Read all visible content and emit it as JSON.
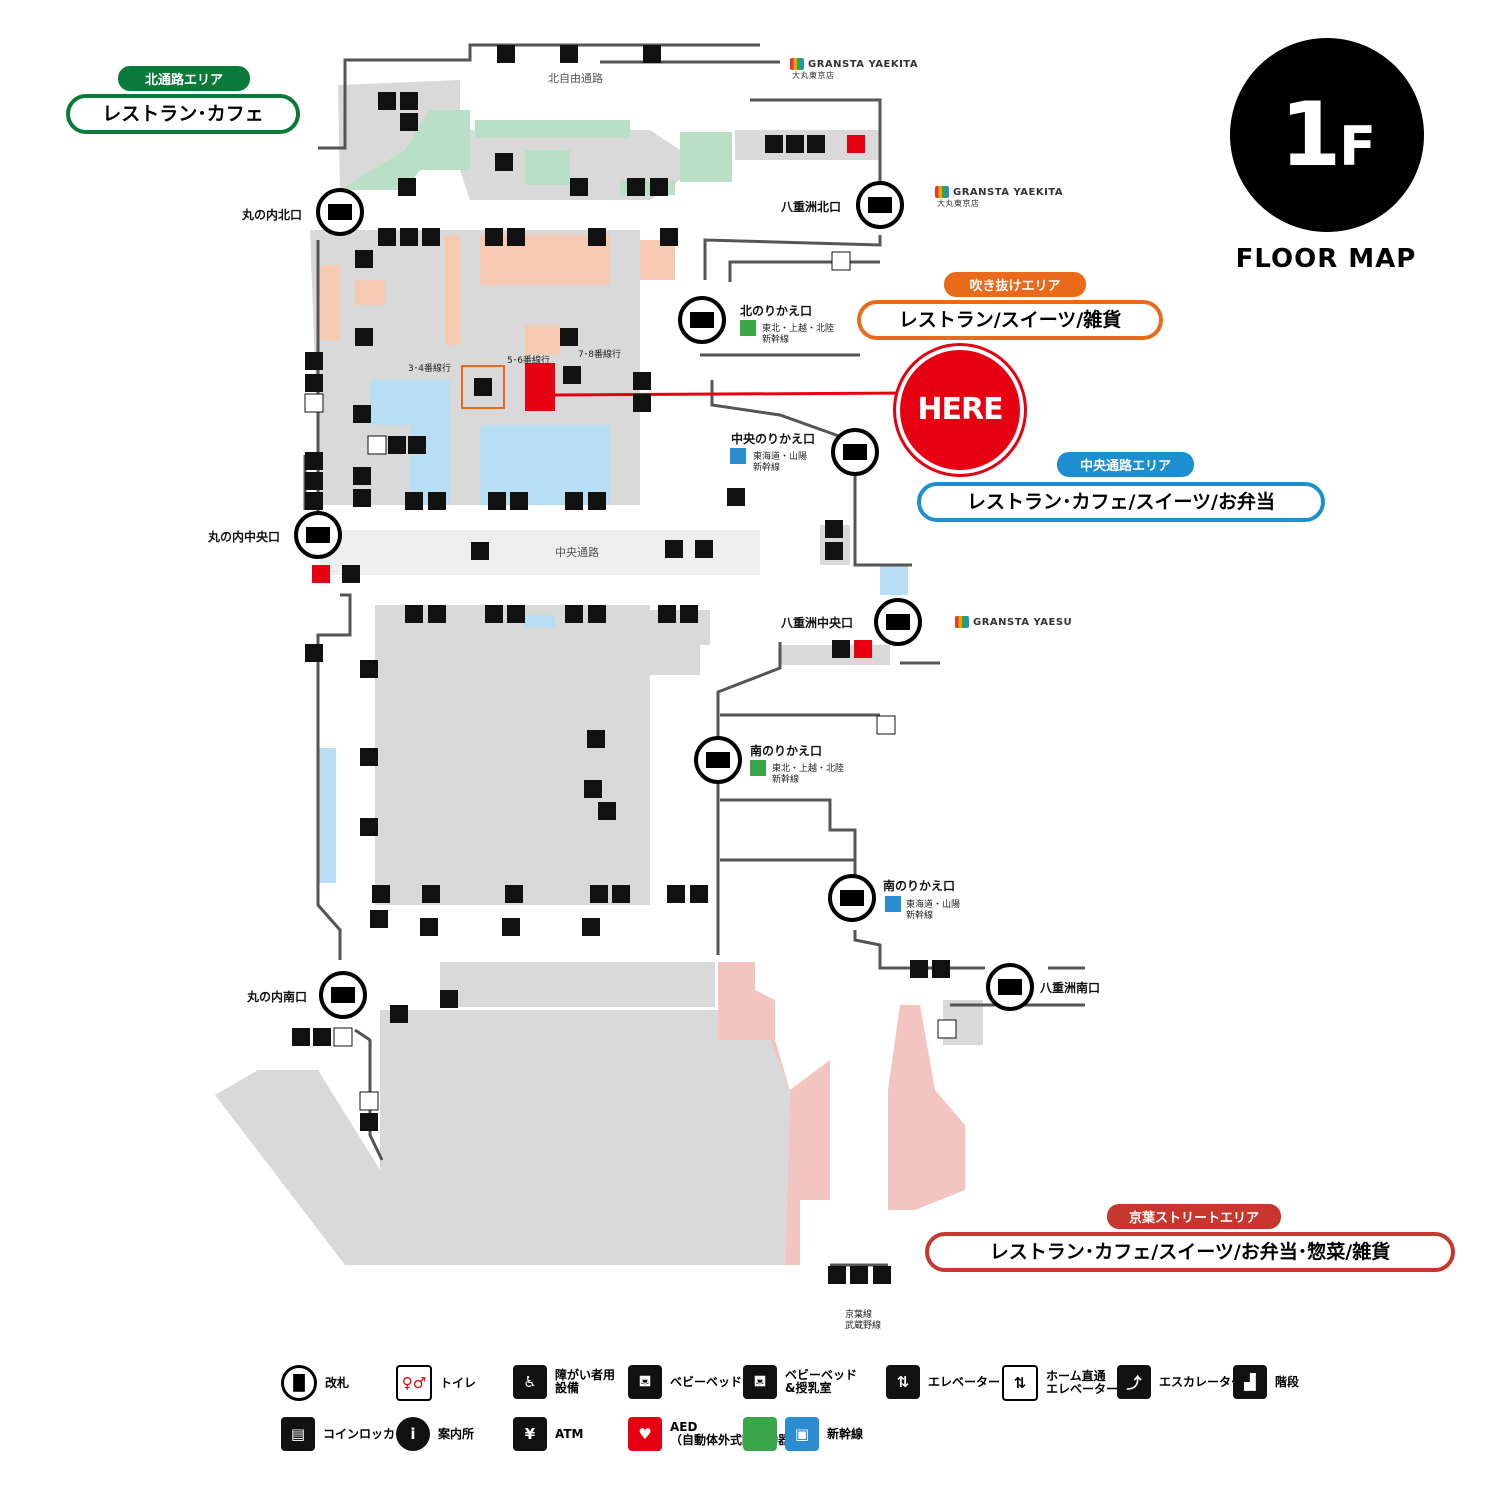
{
  "floor": {
    "number": "1",
    "suffix": "F",
    "caption": "FLOOR MAP"
  },
  "you_are_here": "HERE",
  "areas": {
    "north": {
      "title": "北通路エリア",
      "content": "レストラン･カフェ",
      "color": "#0a7a3b"
    },
    "atrium": {
      "title": "吹き抜けエリア",
      "content": "レストラン/スイーツ/雑貨",
      "color": "#e86a1a"
    },
    "central": {
      "title": "中央通路エリア",
      "content": "レストラン･カフェ/スイーツ/お弁当",
      "color": "#1d8fd1"
    },
    "keiyo": {
      "title": "京葉ストリートエリア",
      "content": "レストラン･カフェ/スイーツ/お弁当･惣菜/雑貨",
      "color": "#c8372d"
    }
  },
  "passages": {
    "north": "北自由通路",
    "central": "中央通路"
  },
  "gates": {
    "marunouchi_north": "丸の内北口",
    "marunouchi_central": "丸の内中央口",
    "marunouchi_south": "丸の内南口",
    "yaesu_north": "八重洲北口",
    "yaesu_central": "八重洲中央口",
    "yaesu_south": "八重洲南口",
    "north_transfer": "北のりかえ口",
    "central_transfer": "中央のりかえ口",
    "south_transfer_1": "南のりかえ口",
    "south_transfer_2": "南のりかえ口"
  },
  "transfer_lines": {
    "north_transfer": [
      "東北・上越・北陸",
      "新幹線"
    ],
    "central_transfer": [
      "東海道・山陽",
      "新幹線"
    ],
    "south_transfer_1": [
      "東北・上越・北陸",
      "新幹線"
    ],
    "south_transfer_2": [
      "東海道・山陽",
      "新幹線"
    ]
  },
  "gransta": {
    "north_1": {
      "name": "GRANSTA YAEKITA",
      "sub": "大丸東京店"
    },
    "north_2": {
      "name": "GRANSTA YAEKITA",
      "sub": "大丸東京店"
    },
    "yaesu": {
      "name": "GRANSTA YAESU",
      "sub": ""
    }
  },
  "platform_labels": {
    "p1": "3･4番線行",
    "p2": "5･6番線行",
    "p3": "7･8番線行"
  },
  "keiyo_lines": [
    "京葉線",
    "武蔵野線"
  ],
  "legend": [
    {
      "icon": "ticket-gate-icon",
      "glyph": "▐▌",
      "label": "改札"
    },
    {
      "icon": "toilet-icon",
      "glyph": "♀♂",
      "label": "トイレ"
    },
    {
      "icon": "accessible-icon",
      "glyph": "♿",
      "label": "障がい者用\n設備"
    },
    {
      "icon": "baby-bed-icon",
      "glyph": "⛾",
      "label": "ベビーベッド"
    },
    {
      "icon": "baby-bed-nursing-icon",
      "glyph": "⛾",
      "label": "ベビーベッド\n&授乳室"
    },
    {
      "icon": "elevator-icon",
      "glyph": "⇅",
      "label": "エレベーター"
    },
    {
      "icon": "platform-elevator-icon",
      "glyph": "⇅",
      "label": "ホーム直通\nエレベーター"
    },
    {
      "icon": "escalator-icon",
      "glyph": "⤴",
      "label": "エスカレーター"
    },
    {
      "icon": "stairs-icon",
      "glyph": "▟",
      "label": "階段"
    },
    {
      "icon": "coin-locker-icon",
      "glyph": "▤",
      "label": "コインロッカー"
    },
    {
      "icon": "information-icon",
      "glyph": "i",
      "label": "案内所"
    },
    {
      "icon": "atm-icon",
      "glyph": "¥",
      "label": "ATM"
    },
    {
      "icon": "aed-icon",
      "glyph": "♥",
      "label": "AED\n（自動体外式除細動器）"
    },
    {
      "icon": "shinkansen-icon",
      "glyph": "▣",
      "label": "新幹線"
    }
  ],
  "colors": {
    "building": "#d4d4d4",
    "shop_peach": "#f7cbb1",
    "shop_green": "#b8dcc4",
    "shop_blue": "#b6dcf3",
    "shop_pink": "#f2c5c0",
    "here_red": "#e60012",
    "wall": "#555555"
  }
}
